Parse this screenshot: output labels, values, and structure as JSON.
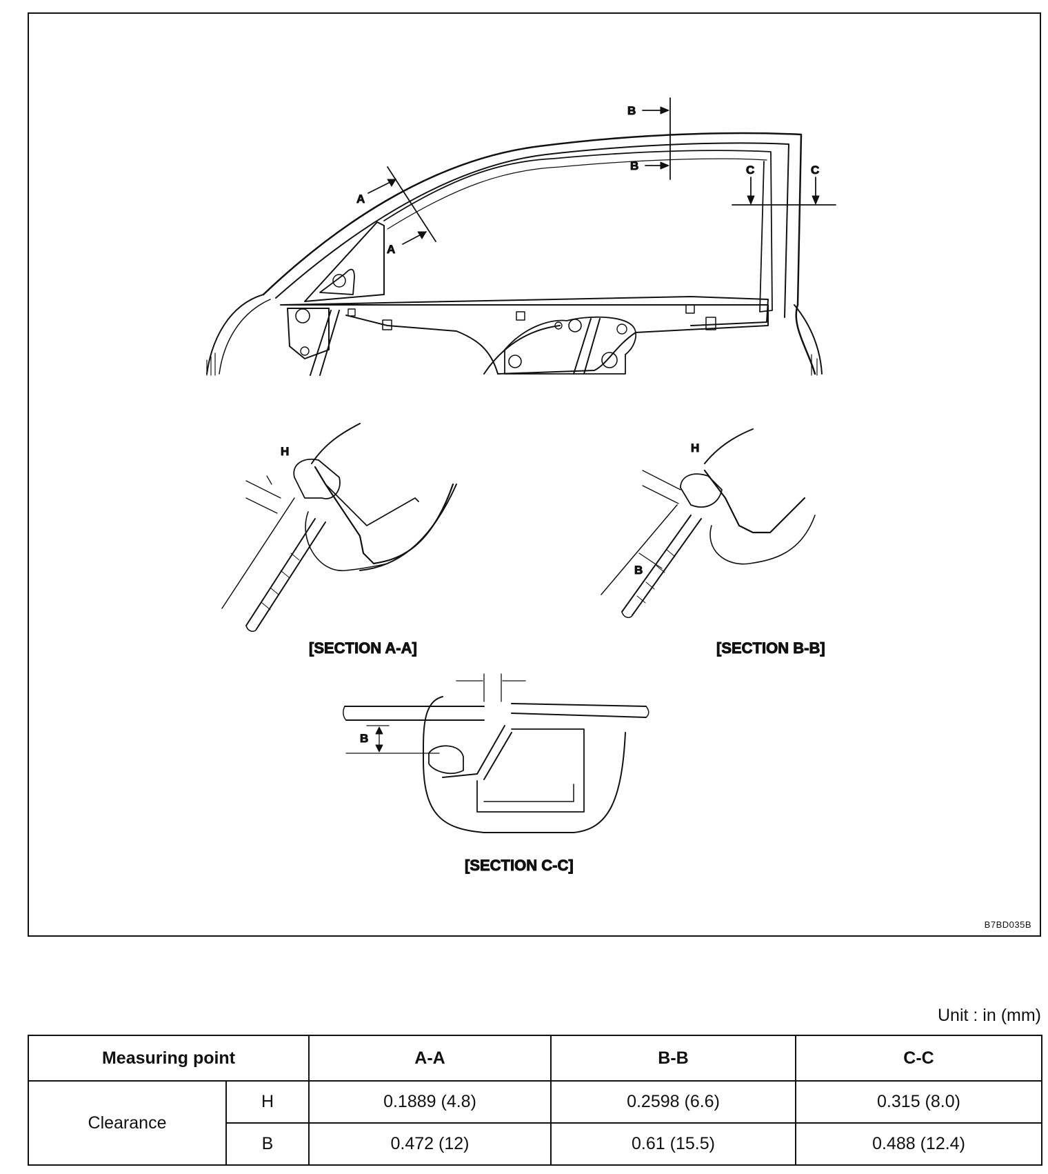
{
  "figure": {
    "callouts": {
      "a": "A",
      "b": "B",
      "c": "C",
      "h": "H"
    },
    "section_titles": {
      "aa": "[SECTION A-A]",
      "bb": "[SECTION B-B]",
      "cc": "[SECTION C-C]"
    },
    "code": "B7BD035B"
  },
  "unit_note": "Unit : in (mm)",
  "table": {
    "header": {
      "measuring_point": "Measuring point",
      "aa": "A-A",
      "bb": "B-B",
      "cc": "C-C"
    },
    "row_group": "Clearance",
    "rows": [
      {
        "point": "H",
        "aa": "0.1889 (4.8)",
        "bb": "0.2598 (6.6)",
        "cc": "0.315 (8.0)"
      },
      {
        "point": "B",
        "aa": "0.472 (12)",
        "bb": "0.61 (15.5)",
        "cc": "0.488 (12.4)"
      }
    ]
  }
}
